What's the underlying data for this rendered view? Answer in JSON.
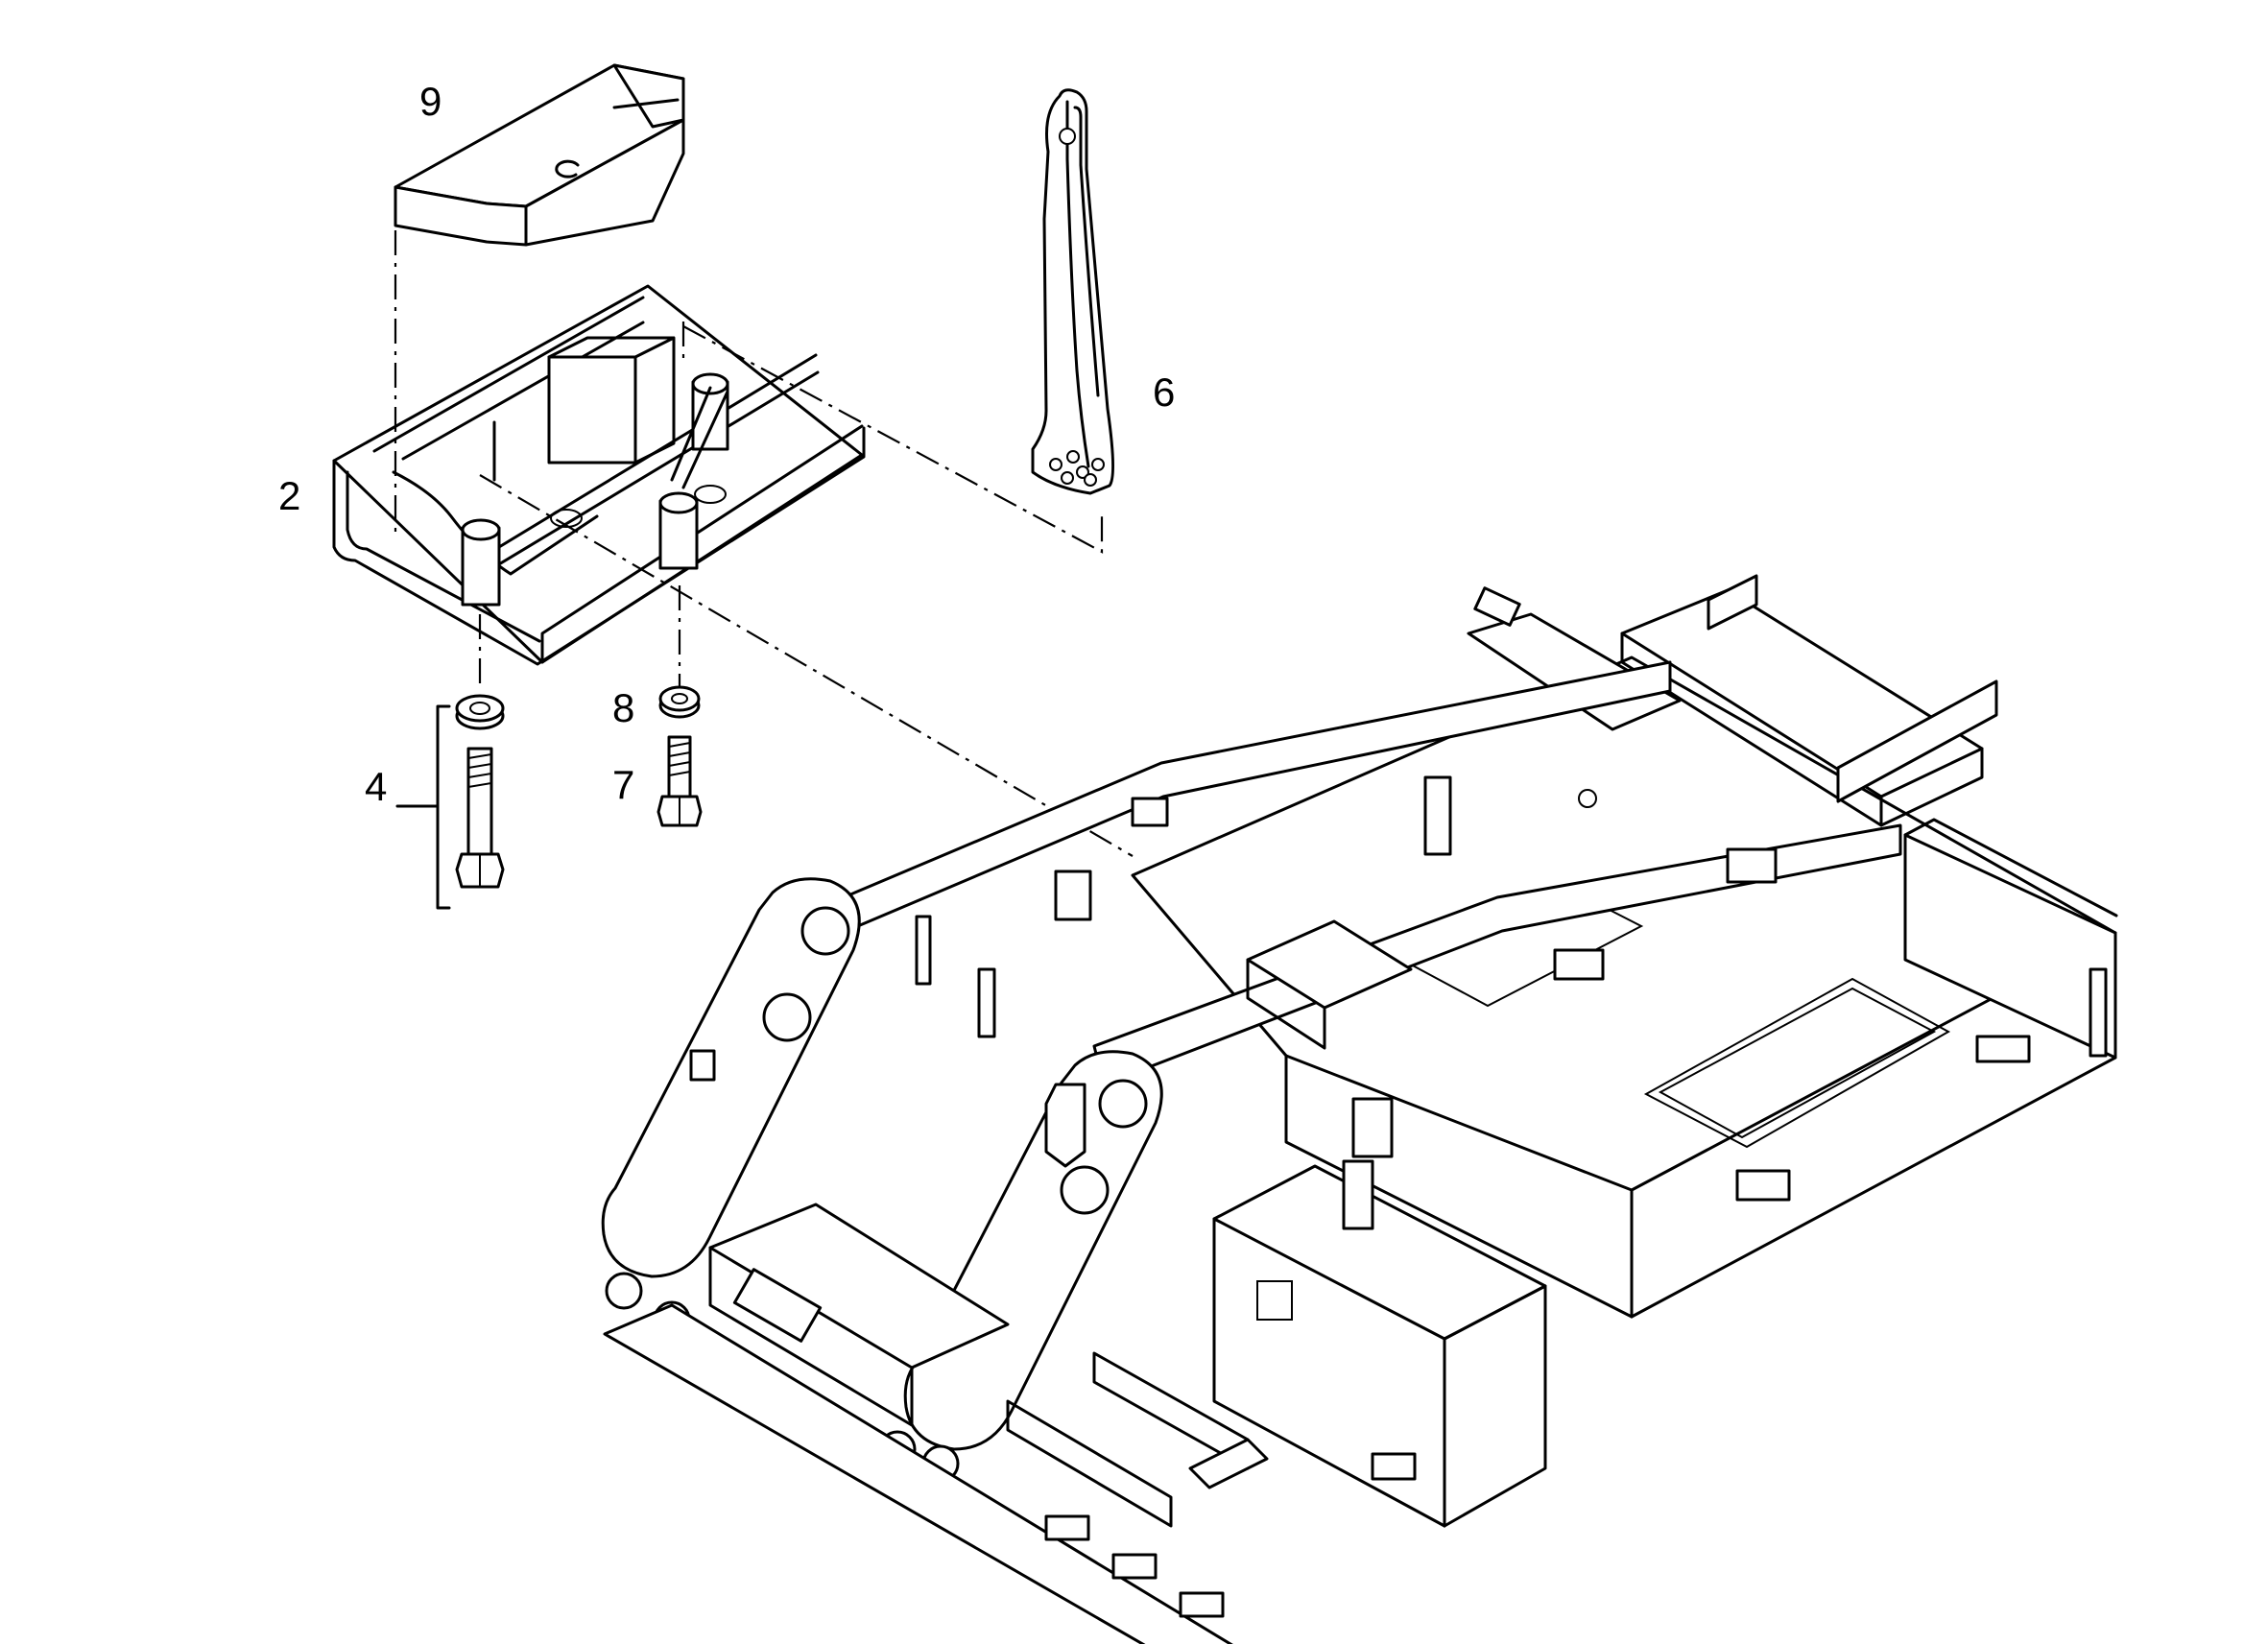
{
  "labels": {
    "part_9": "9",
    "part_6": "6",
    "part_2": "2",
    "part_4": "4",
    "part_8": "8",
    "part_7": "7"
  },
  "colors": {
    "line": "#000000",
    "background": "#ffffff"
  }
}
